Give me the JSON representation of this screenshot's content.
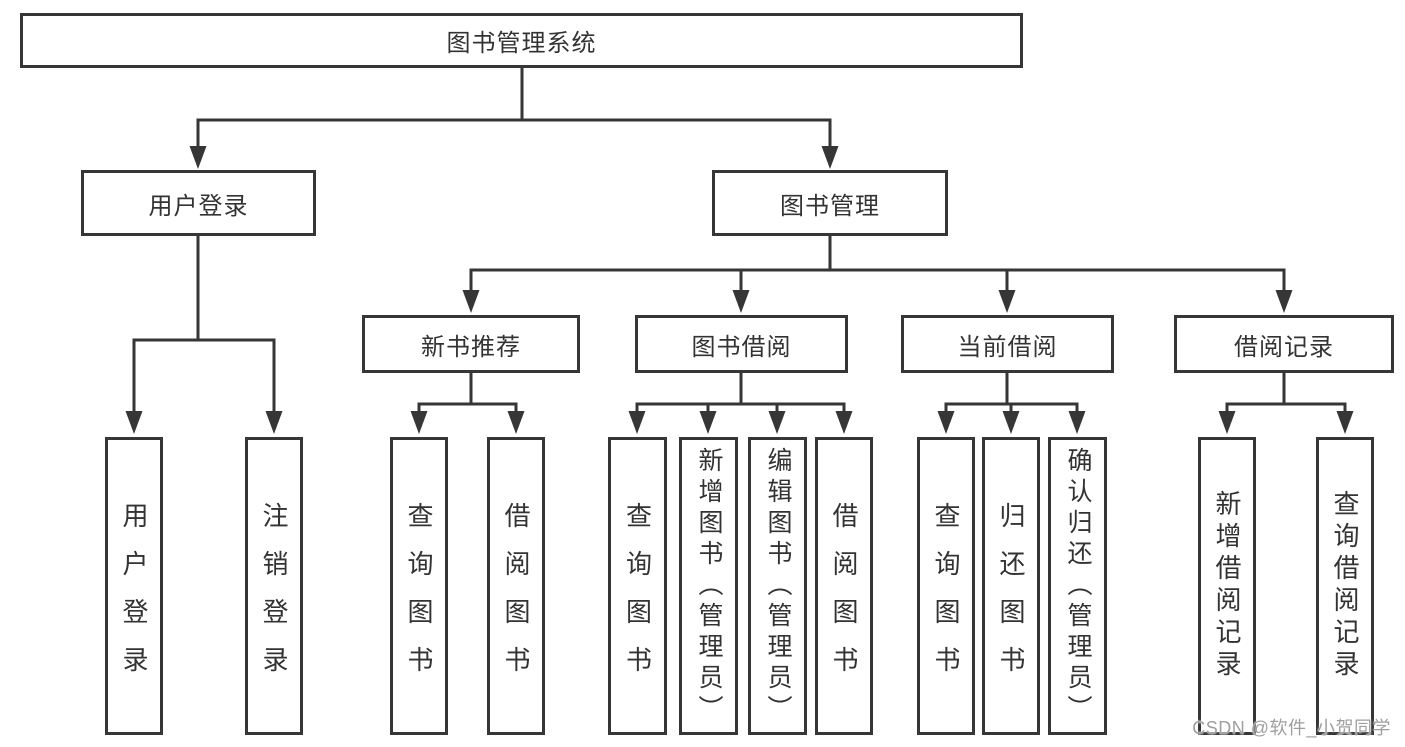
{
  "tree": {
    "label": "图书管理系统",
    "children": [
      {
        "label": "用户登录",
        "children": [
          {
            "label": "用户登录"
          },
          {
            "label": "注销登录"
          }
        ]
      },
      {
        "label": "图书管理",
        "children": [
          {
            "label": "新书推荐",
            "children": [
              {
                "label": "查询图书"
              },
              {
                "label": "借阅图书"
              }
            ]
          },
          {
            "label": "图书借阅",
            "children": [
              {
                "label": "查询图书"
              },
              {
                "label": "新增图书（管理员）"
              },
              {
                "label": "编辑图书（管理员）"
              },
              {
                "label": "借阅图书"
              }
            ]
          },
          {
            "label": "当前借阅",
            "children": [
              {
                "label": "查询图书"
              },
              {
                "label": "归还图书"
              },
              {
                "label": "确认归还（管理员）"
              }
            ]
          },
          {
            "label": "借阅记录",
            "children": [
              {
                "label": "新增借阅记录"
              },
              {
                "label": "查询借阅记录"
              }
            ]
          }
        ]
      }
    ]
  },
  "watermark": "CSDN @软件_小贺同学",
  "colors": {
    "line": "#363636",
    "text": "#333333",
    "background": "#ffffff",
    "watermark": "#9a9a9a"
  }
}
